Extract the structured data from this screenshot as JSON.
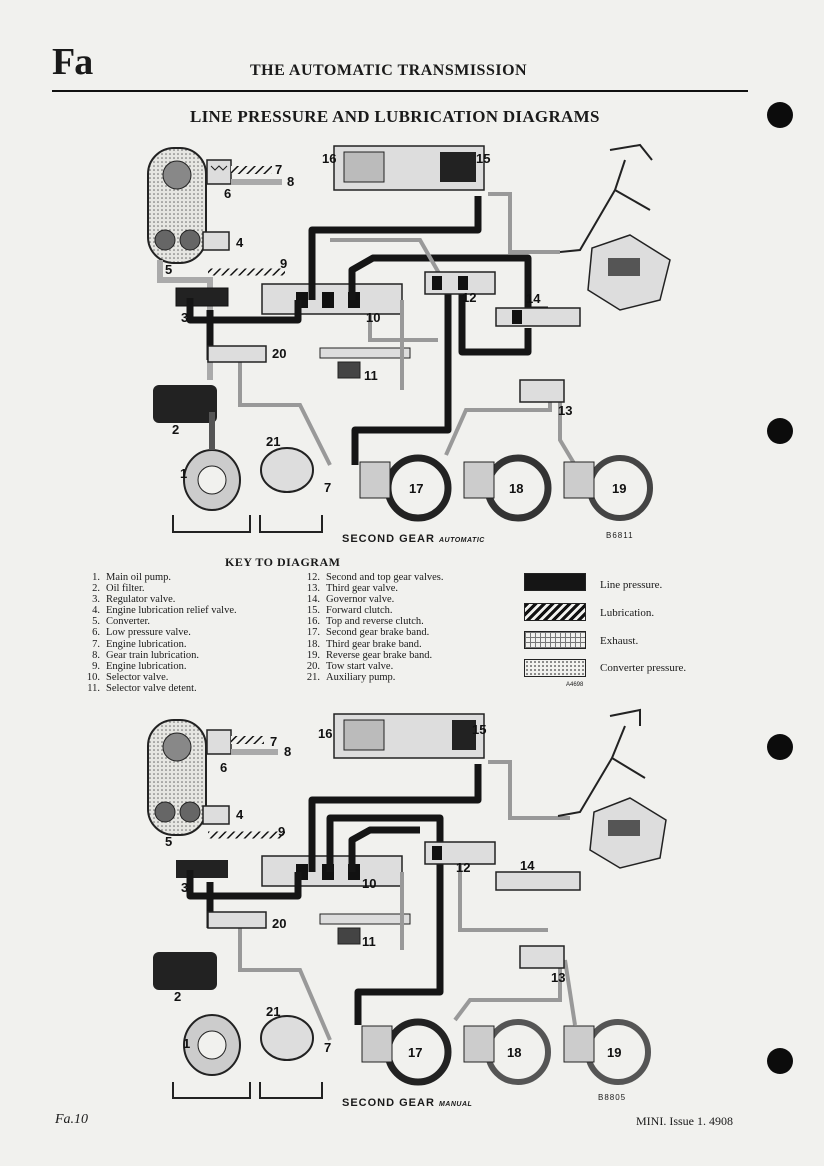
{
  "header": {
    "section_code": "Fa",
    "running_head": "THE AUTOMATIC TRANSMISSION",
    "page_title": "LINE PRESSURE AND LUBRICATION DIAGRAMS"
  },
  "diagrams": [
    {
      "caption": "SECOND GEAR",
      "caption_sub": "AUTOMATIC",
      "figure_ref": "B6811",
      "callouts": [
        "1",
        "2",
        "3",
        "4",
        "5",
        "6",
        "7",
        "8",
        "9",
        "10",
        "11",
        "12",
        "13",
        "14",
        "15",
        "16",
        "17",
        "18",
        "19",
        "20",
        "21",
        "7"
      ]
    },
    {
      "caption": "SECOND GEAR",
      "caption_sub": "MANUAL",
      "figure_ref": "B8805",
      "callouts": [
        "1",
        "2",
        "3",
        "4",
        "5",
        "6",
        "7",
        "8",
        "9",
        "10",
        "11",
        "12",
        "13",
        "14",
        "15",
        "16",
        "17",
        "18",
        "19",
        "20",
        "21",
        "7"
      ]
    }
  ],
  "key": {
    "title": "KEY TO DIAGRAM",
    "items_left": [
      {
        "num": "1.",
        "text": "Main oil pump."
      },
      {
        "num": "2.",
        "text": "Oil filter."
      },
      {
        "num": "3.",
        "text": "Regulator valve."
      },
      {
        "num": "4.",
        "text": "Engine lubrication relief valve."
      },
      {
        "num": "5.",
        "text": "Converter."
      },
      {
        "num": "6.",
        "text": "Low pressure valve."
      },
      {
        "num": "7.",
        "text": "Engine lubrication."
      },
      {
        "num": "8.",
        "text": "Gear train lubrication."
      },
      {
        "num": "9.",
        "text": "Engine lubrication."
      },
      {
        "num": "10.",
        "text": "Selector valve."
      },
      {
        "num": "11.",
        "text": "Selector valve detent."
      }
    ],
    "items_right": [
      {
        "num": "12.",
        "text": "Second and top gear valves."
      },
      {
        "num": "13.",
        "text": "Third gear valve."
      },
      {
        "num": "14.",
        "text": "Governor valve."
      },
      {
        "num": "15.",
        "text": "Forward clutch."
      },
      {
        "num": "16.",
        "text": "Top and reverse clutch."
      },
      {
        "num": "17.",
        "text": "Second gear brake band."
      },
      {
        "num": "18.",
        "text": "Third gear brake band."
      },
      {
        "num": "19.",
        "text": "Reverse gear brake band."
      },
      {
        "num": "20.",
        "text": "Tow start valve."
      },
      {
        "num": "21.",
        "text": "Auxiliary pump."
      }
    ]
  },
  "legend": {
    "items": [
      {
        "label": "Line pressure."
      },
      {
        "label": "Lubrication."
      },
      {
        "label": "Exhaust."
      },
      {
        "label": "Converter pressure."
      }
    ],
    "ref": "A4698"
  },
  "footer": {
    "page_number": "Fa.10",
    "issue": "MINI.   Issue 1.   4908"
  }
}
